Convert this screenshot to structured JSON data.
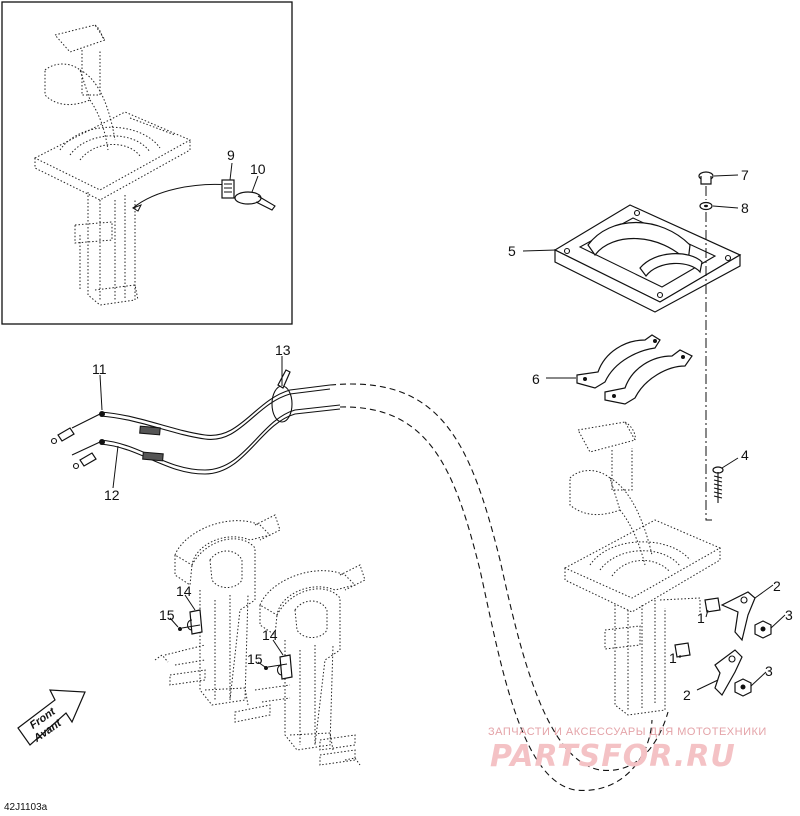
{
  "diagram": {
    "drawing_code": "42J1103a",
    "direction_label": {
      "line1": "Front",
      "line2": "Avant"
    },
    "watermark": {
      "tagline": "ЗАПЧАСТИ И АКСЕССУАРЫ ДЛЯ МОТОТЕХНИКИ",
      "brand": "PARTSFOR.RU"
    },
    "callouts": {
      "n1a": "1",
      "n1b": "1",
      "n2a": "2",
      "n2b": "2",
      "n3a": "3",
      "n3b": "3",
      "n4": "4",
      "n5": "5",
      "n6": "6",
      "n7": "7",
      "n8": "8",
      "n9": "9",
      "n10": "10",
      "n11": "11",
      "n12": "12",
      "n13": "13",
      "n14a": "14",
      "n14b": "14",
      "n15a": "15",
      "n15b": "15"
    }
  }
}
